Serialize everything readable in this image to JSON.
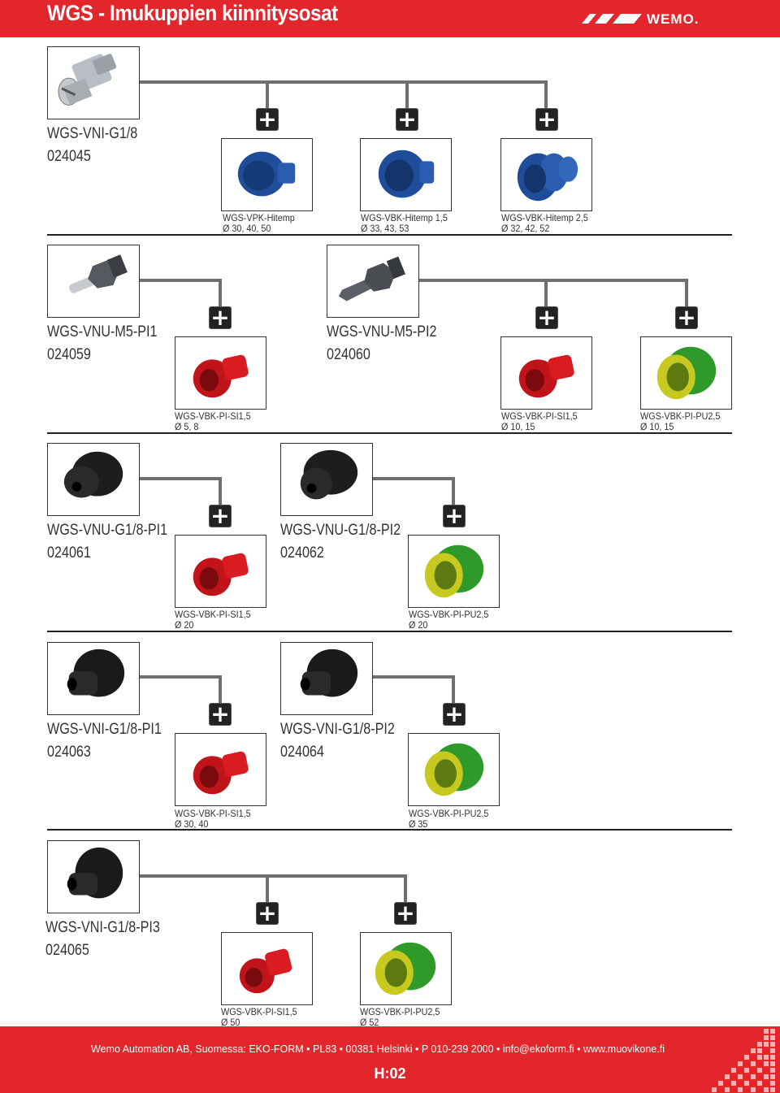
{
  "header": {
    "title": "WGS - Imukuppien kiinnitysosat",
    "brand": "WEMO.",
    "color": "#e3262b"
  },
  "sections": [
    {
      "bases": [
        {
          "model": "WGS-VNI-G1/8",
          "code": "024045",
          "icon": "nipple-fitting-image"
        }
      ],
      "cups": [
        {
          "name": "WGS-VPK-Hitemp",
          "dims": "Ø 30, 40, 50",
          "color": "blue",
          "icon": "flat-cup-image"
        },
        {
          "name": "WGS-VBK-Hitemp 1,5",
          "dims": "Ø 33, 43, 53",
          "color": "blue",
          "icon": "bellows-cup-image"
        },
        {
          "name": "WGS-VBK-Hitemp 2,5",
          "dims": "Ø 32, 42, 52",
          "color": "blue",
          "icon": "bellows-cup-image"
        }
      ]
    },
    {
      "bases": [
        {
          "model": "WGS-VNU-M5-PI1",
          "code": "024059",
          "icon": "nipple-fitting-image"
        },
        {
          "model": "WGS-VNU-M5-PI2",
          "code": "024060",
          "icon": "nipple-fitting-image"
        }
      ],
      "cups": [
        {
          "name": "WGS-VBK-PI-SI1,5",
          "dims": "Ø 5, 8",
          "color": "red",
          "icon": "bellows-cup-image"
        },
        {
          "name": "WGS-VBK-PI-SI1,5",
          "dims": "Ø 10, 15",
          "color": "red",
          "icon": "bellows-cup-image"
        },
        {
          "name": "WGS-VBK-PI-PU2,5",
          "dims": "Ø 10, 15",
          "color": "green",
          "icon": "bellows-cup-image"
        }
      ]
    },
    {
      "bases": [
        {
          "model": "WGS-VNU-G1/8-PI1",
          "code": "024061",
          "icon": "nipple-fitting-image"
        },
        {
          "model": "WGS-VNU-G1/8-PI2",
          "code": "024062",
          "icon": "nipple-fitting-image"
        }
      ],
      "cups": [
        {
          "name": "WGS-VBK-PI-SI1,5",
          "dims": "Ø 20",
          "color": "red",
          "icon": "bellows-cup-image"
        },
        {
          "name": "WGS-VBK-PI-PU2,5",
          "dims": "Ø 20",
          "color": "green",
          "icon": "bellows-cup-image"
        }
      ]
    },
    {
      "bases": [
        {
          "model": "WGS-VNI-G1/8-PI1",
          "code": "024063",
          "icon": "nipple-fitting-image"
        },
        {
          "model": "WGS-VNI-G1/8-PI2",
          "code": "024064",
          "icon": "nipple-fitting-image"
        }
      ],
      "cups": [
        {
          "name": "WGS-VBK-PI-SI1,5",
          "dims": "Ø 30, 40",
          "color": "red",
          "icon": "bellows-cup-image"
        },
        {
          "name": "WGS-VBK-PI-PU2,5",
          "dims": "Ø 35",
          "color": "green",
          "icon": "bellows-cup-image"
        }
      ]
    },
    {
      "bases": [
        {
          "model": "WGS-VNI-G1/8-PI3",
          "code": "024065",
          "icon": "nipple-fitting-image"
        }
      ],
      "cups": [
        {
          "name": "WGS-VBK-PI-SI1,5",
          "dims": "Ø 50",
          "color": "red",
          "icon": "bellows-cup-image"
        },
        {
          "name": "WGS-VBK-PI-PU2,5",
          "dims": "Ø 52",
          "color": "green",
          "icon": "bellows-cup-image"
        }
      ]
    }
  ],
  "plus_icon": "plus-icon",
  "footer": {
    "contact": "Wemo Automation AB, Suomessa:   EKO-FORM • PL83 • 00381 Helsinki • P 010-239 2000 • info@ekoform.fi • www.muovikone.fi",
    "page": "H:02"
  }
}
